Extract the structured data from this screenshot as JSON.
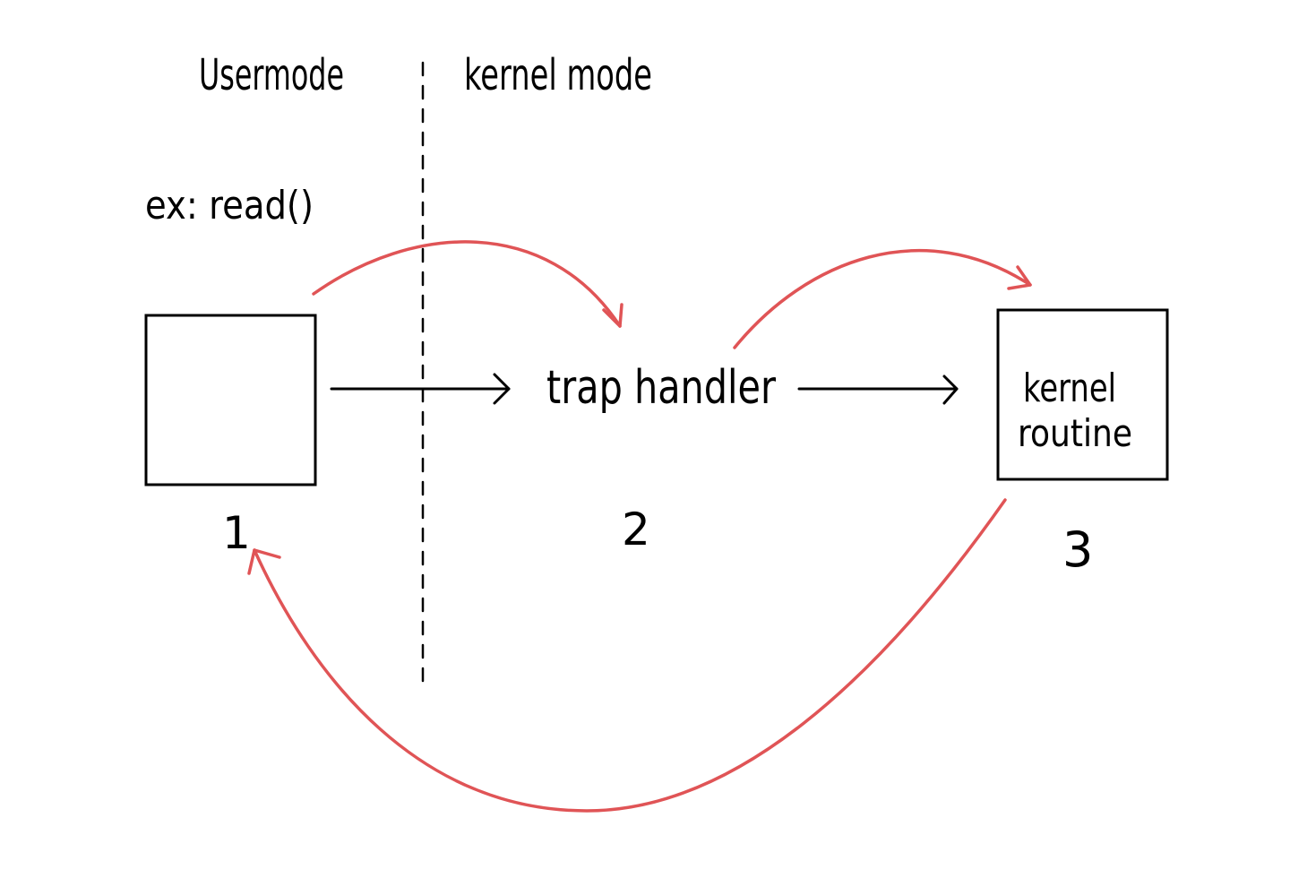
{
  "labels": {
    "user_mode": "Usermode",
    "kernel_mode": "kernel mode",
    "example": "ex: read()",
    "trap_handler": "trap handler",
    "kernel_routine_line1": "kernel",
    "kernel_routine_line2": "routine",
    "step1": "1",
    "step2": "2",
    "step3": "3"
  },
  "colors": {
    "ink": "#000000",
    "red_arrow": "#e05456",
    "background": "#ffffff"
  }
}
